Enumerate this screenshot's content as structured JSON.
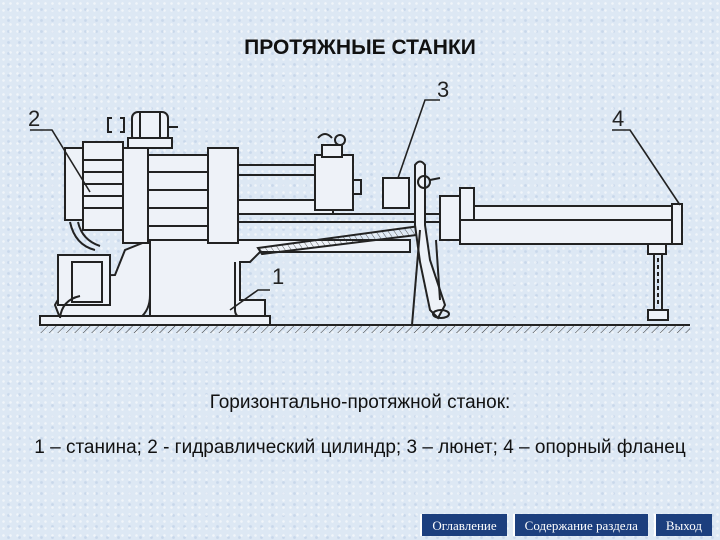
{
  "slide": {
    "title": "ПРОТЯЖНЫЕ СТАНКИ",
    "caption": "Горизонтально-протяжной станок:",
    "legend": "1 – станина; 2 - гидравлический цилиндр; 3 – люнет; 4 – опорный фланец"
  },
  "figure": {
    "labels": [
      "1",
      "2",
      "3",
      "4"
    ]
  },
  "nav": {
    "contents_label": "Оглавление",
    "section_label": "Содержание раздела",
    "exit_label": "Выход"
  },
  "colors": {
    "nav_button": "#1c3f7e",
    "background": "#dde8f4",
    "line": "#222222"
  }
}
